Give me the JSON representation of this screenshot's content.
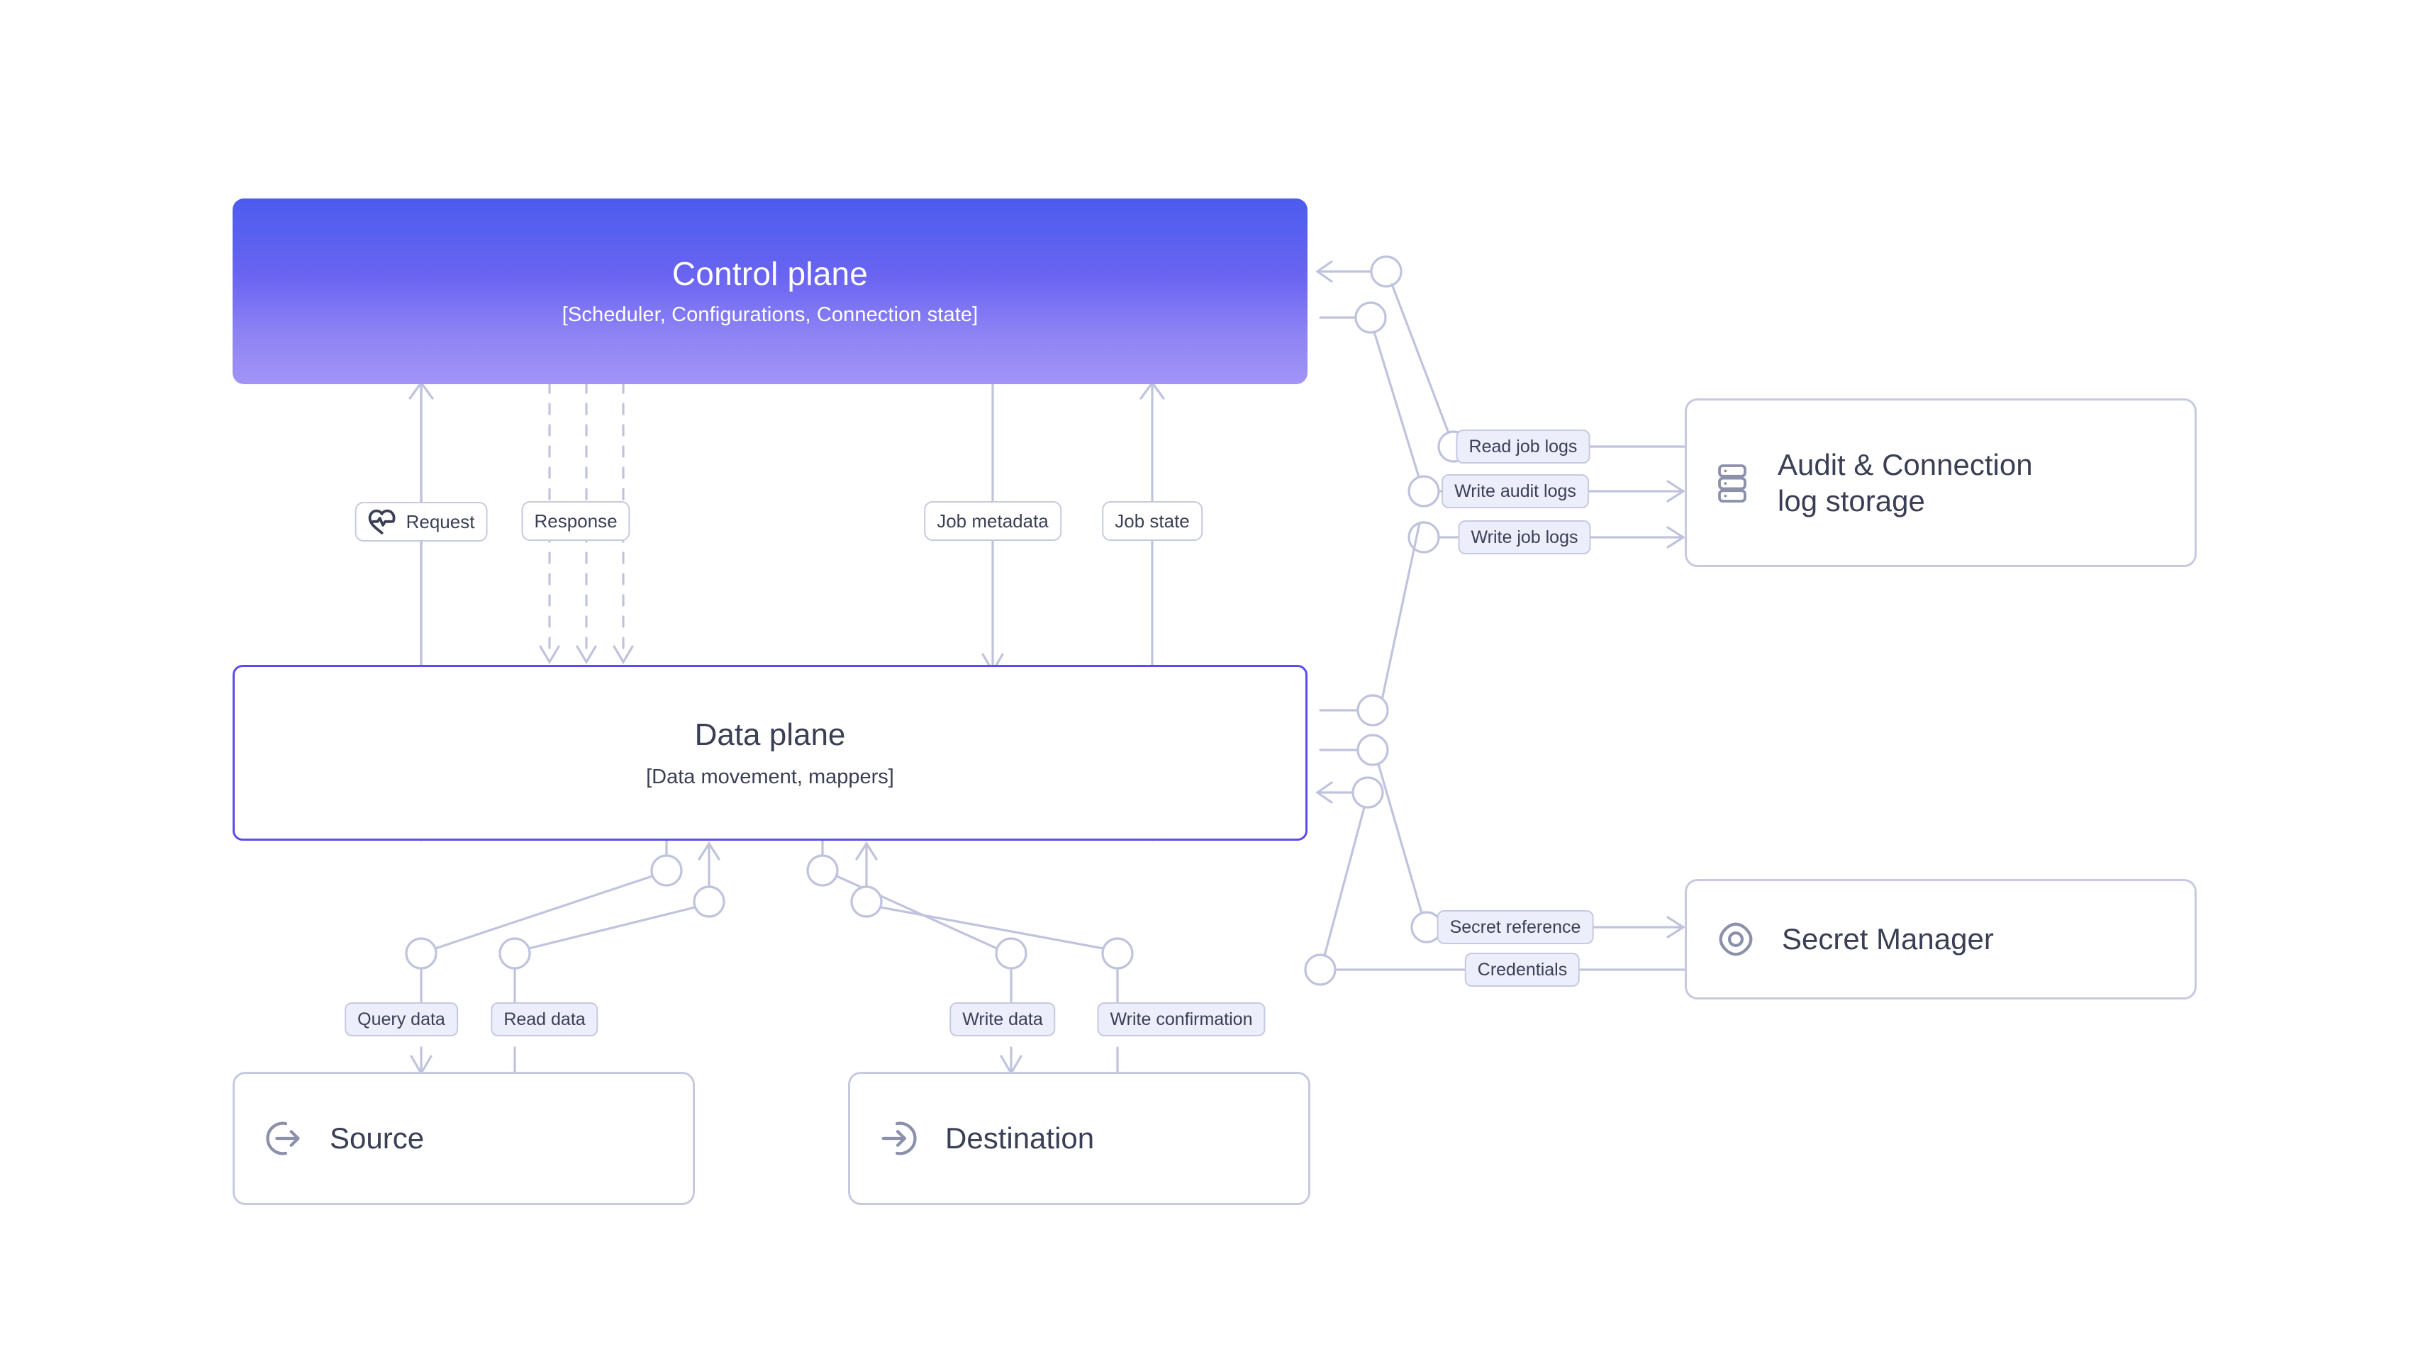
{
  "diagram": {
    "title": "Control plane / Data plane architecture",
    "background": "#ffffff",
    "colors": {
      "control_plane_gradient_top": "#4b5cee",
      "control_plane_gradient_bottom": "#a294f7",
      "data_plane_border": "#5b4ceb",
      "node_border": "#c7c9e0",
      "edge_stroke": "#bfc3dd",
      "pill_tint_bg": "#eceefb",
      "text_dark": "#3b3f55",
      "text_on_gradient": "#ffffff"
    }
  },
  "nodes": {
    "control_plane": {
      "title": "Control plane",
      "subtitle": "[Scheduler, Configurations, Connection state]"
    },
    "data_plane": {
      "title": "Data plane",
      "subtitle": "[Data movement, mappers]"
    },
    "audit_log_storage": {
      "label_line1": "Audit & Connection",
      "label_line2": "log storage",
      "icon": "server-stack-icon"
    },
    "secret_manager": {
      "label": "Secret Manager",
      "icon": "eye-target-icon"
    },
    "source": {
      "label": "Source",
      "icon": "arrow-out-of-circle-icon"
    },
    "destination": {
      "label": "Destination",
      "icon": "arrow-into-circle-icon"
    }
  },
  "edge_labels": {
    "request": {
      "text": "Request",
      "icon": "heart-pulse-icon",
      "style": "white"
    },
    "response": {
      "text": "Response",
      "style": "white"
    },
    "job_metadata": {
      "text": "Job metadata",
      "style": "white"
    },
    "job_state": {
      "text": "Job state",
      "style": "white"
    },
    "read_job_logs": {
      "text": "Read job logs",
      "style": "tinted"
    },
    "write_audit_logs": {
      "text": "Write audit logs",
      "style": "tinted"
    },
    "write_job_logs": {
      "text": "Write job logs",
      "style": "tinted"
    },
    "secret_reference": {
      "text": "Secret reference",
      "style": "tinted"
    },
    "credentials": {
      "text": "Credentials",
      "style": "tinted"
    },
    "query_data": {
      "text": "Query data",
      "style": "tinted"
    },
    "read_data": {
      "text": "Read data",
      "style": "tinted"
    },
    "write_data": {
      "text": "Write data",
      "style": "tinted"
    },
    "write_confirmation": {
      "text": "Write confirmation",
      "style": "tinted"
    }
  },
  "edges": [
    {
      "from": "data_plane",
      "to": "control_plane",
      "label": "request",
      "direction": "up",
      "style": "solid"
    },
    {
      "from": "control_plane",
      "to": "data_plane",
      "label": "response",
      "direction": "down",
      "style": "dashed-triple"
    },
    {
      "from": "control_plane",
      "to": "data_plane",
      "label": "job_metadata",
      "direction": "down",
      "style": "solid"
    },
    {
      "from": "data_plane",
      "to": "control_plane",
      "label": "job_state",
      "direction": "up",
      "style": "solid"
    },
    {
      "from": "audit_log_storage",
      "to": "control_plane",
      "label": "read_job_logs",
      "direction": "left",
      "style": "solid"
    },
    {
      "from": "control_plane",
      "to": "audit_log_storage",
      "label": "write_audit_logs",
      "direction": "right",
      "style": "solid"
    },
    {
      "from": "data_plane",
      "to": "audit_log_storage",
      "label": "write_job_logs",
      "direction": "right",
      "style": "solid"
    },
    {
      "from": "data_plane",
      "to": "secret_manager",
      "label": "secret_reference",
      "direction": "right",
      "style": "solid"
    },
    {
      "from": "secret_manager",
      "to": "data_plane",
      "label": "credentials",
      "direction": "left",
      "style": "solid"
    },
    {
      "from": "data_plane",
      "to": "source",
      "label": "query_data",
      "direction": "down",
      "style": "solid"
    },
    {
      "from": "source",
      "to": "data_plane",
      "label": "read_data",
      "direction": "up",
      "style": "solid"
    },
    {
      "from": "data_plane",
      "to": "destination",
      "label": "write_data",
      "direction": "down",
      "style": "solid"
    },
    {
      "from": "destination",
      "to": "data_plane",
      "label": "write_confirmation",
      "direction": "up",
      "style": "solid"
    }
  ]
}
